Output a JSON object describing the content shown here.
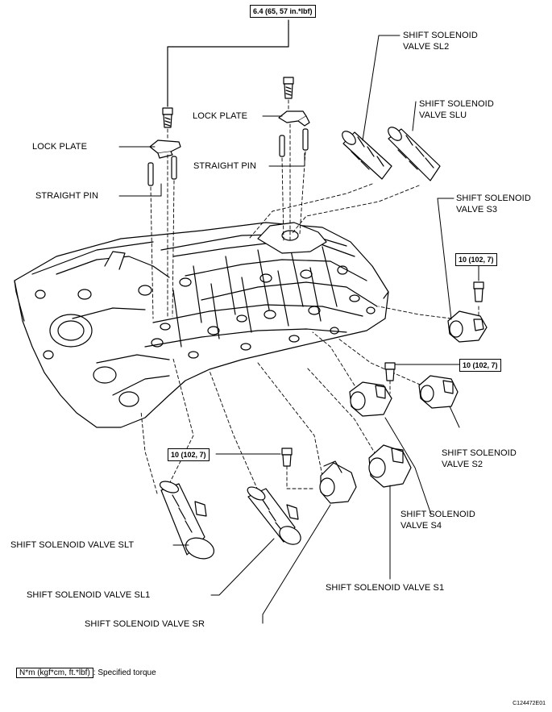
{
  "torques": {
    "top": "6.4 (65, 57 in.*lbf)",
    "s3": "10 (102, 7)",
    "s2": "10 (102, 7)",
    "sr": "10 (102, 7)"
  },
  "labels": {
    "lock_plate_left": "LOCK PLATE",
    "straight_pin_left": "STRAIGHT PIN",
    "lock_plate_center": "LOCK PLATE",
    "straight_pin_center": "STRAIGHT PIN",
    "sl2": "SHIFT SOLENOID VALVE SL2",
    "slu": "SHIFT SOLENOID VALVE SLU",
    "s3": "SHIFT SOLENOID VALVE S3",
    "s2": "SHIFT SOLENOID VALVE S2",
    "s4": "SHIFT SOLENOID VALVE S4",
    "s1": "SHIFT SOLENOID VALVE S1",
    "slt": "SHIFT SOLENOID VALVE SLT",
    "sl1": "SHIFT SOLENOID VALVE SL1",
    "sr": "SHIFT SOLENOID VALVE SR"
  },
  "legend": {
    "unit": "N*m (kgf*cm, ft.*lbf)",
    "text": ": Specified torque"
  },
  "figure_code": "C124472E01"
}
